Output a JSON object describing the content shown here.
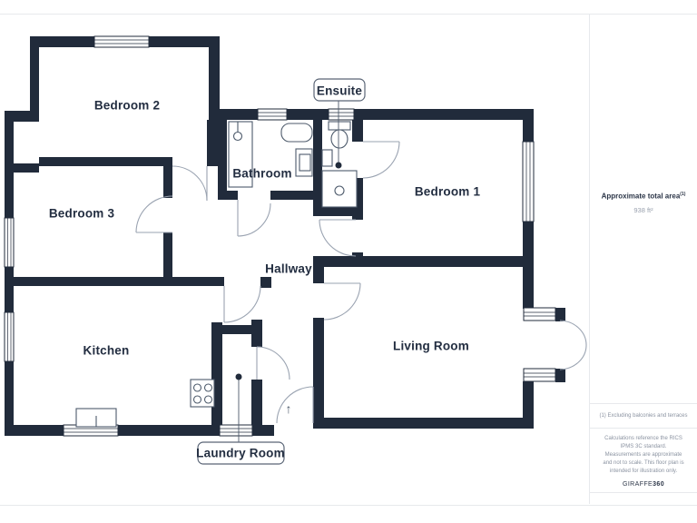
{
  "plan": {
    "room_labels": {
      "bedroom2": "Bedroom 2",
      "bedroom3": "Bedroom 3",
      "bathroom": "Bathroom",
      "bedroom1": "Bedroom 1",
      "hallway": "Hallway",
      "kitchen": "Kitchen",
      "living_room": "Living Room"
    },
    "callouts": {
      "ensuite": "Ensuite",
      "laundry_room": "Laundry Room"
    },
    "entrance_arrow": "↑",
    "colors": {
      "wall": "#212b3b",
      "door_arc": "#9aa3b1",
      "fixture_line": "#4d5a6b",
      "label_text": "#232e41",
      "frame_line": "#e7e9ec",
      "muted_text": "#8b93a1"
    }
  },
  "sidebar": {
    "area_title": "Approximate total area",
    "area_title_superscript": "(1)",
    "area_value": "938 ft²",
    "footnote": "(1) Excluding balconies and terraces",
    "disclaimer": "Calculations reference the RICS IPMS 3C standard. Measurements are approximate and not to scale. This floor plan is intended for illustration only.",
    "brand": {
      "name": "GIRAFFE",
      "suffix": "360"
    }
  }
}
